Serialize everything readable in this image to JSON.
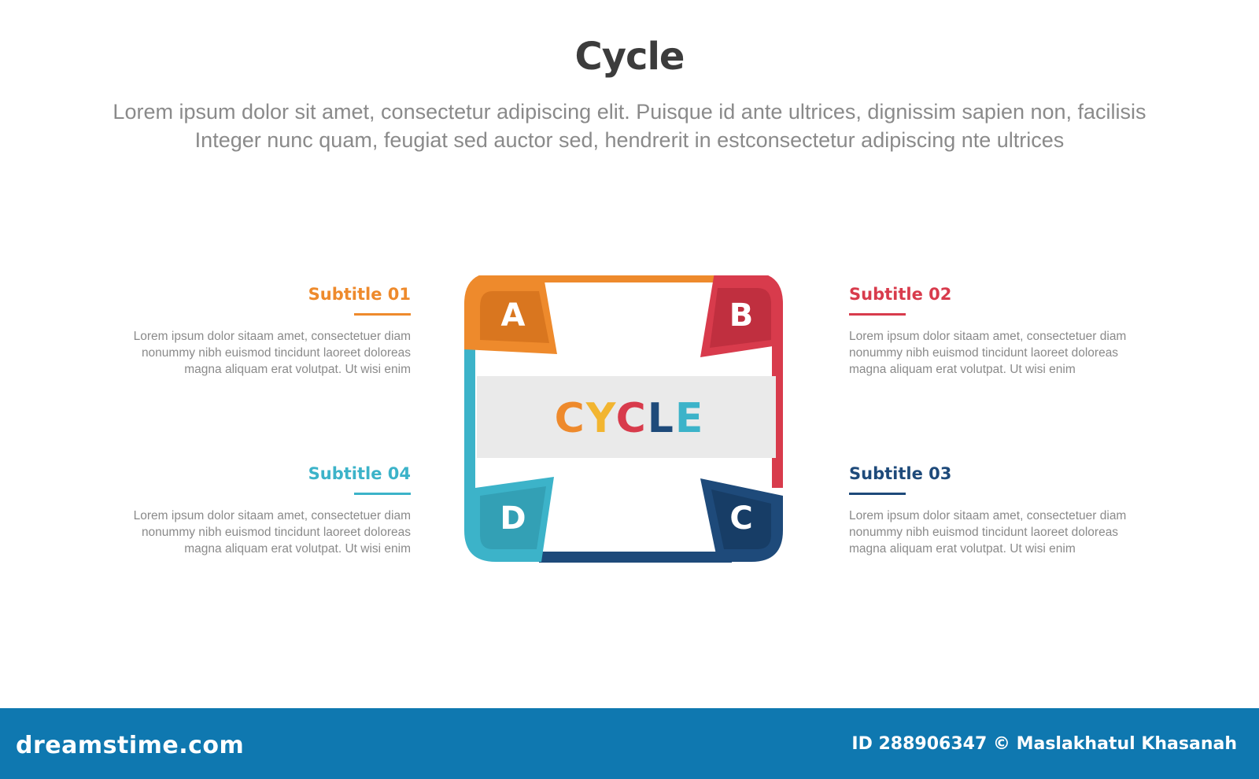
{
  "header": {
    "title": "Cycle",
    "description_line1": "Lorem ipsum dolor sit amet, consectetur adipiscing elit. Puisque id ante ultrices, dignissim sapien non, facilisis",
    "description_line2": "Integer nunc quam, feugiat sed auctor sed, hendrerit in estconsectetur adipiscing nte ultrices"
  },
  "diagram": {
    "center_letters": [
      "C",
      "Y",
      "C",
      "L",
      "E"
    ],
    "center_colors": [
      "#ee8a2c",
      "#f2b530",
      "#d83b4c",
      "#1e4a7a",
      "#3cb3c9"
    ],
    "steps": [
      {
        "letter": "A",
        "color": "#ee8a2c"
      },
      {
        "letter": "B",
        "color": "#d83b4c"
      },
      {
        "letter": "C",
        "color": "#1e4a7a"
      },
      {
        "letter": "D",
        "color": "#3cb3c9"
      }
    ]
  },
  "subtitles": [
    {
      "title": "Subtitle 01",
      "color": "#ee8a2c",
      "text": "Lorem ipsum dolor sitaam amet, consectetuer diam\nnonummy  nibh euismod tincidunt laoreet doloreas\nmagna aliquam erat volutpat. Ut wisi enim"
    },
    {
      "title": "Subtitle 02",
      "color": "#d83b4c",
      "text": "Lorem ipsum dolor sitaam amet, consectetuer diam\nnonummy  nibh euismod tincidunt laoreet doloreas\nmagna aliquam erat volutpat. Ut wisi enim"
    },
    {
      "title": "Subtitle 03",
      "color": "#1e4a7a",
      "text": "Lorem ipsum dolor sitaam amet, consectetuer diam\nnonummy  nibh euismod tincidunt laoreet doloreas\nmagna aliquam erat volutpat. Ut wisi enim"
    },
    {
      "title": "Subtitle 04",
      "color": "#3cb3c9",
      "text": "Lorem ipsum dolor sitaam amet, consectetuer diam\nnonummy  nibh euismod tincidunt laoreet doloreas\nmagna aliquam erat volutpat. Ut wisi enim"
    }
  ],
  "footer": {
    "logo": "dreamstime.com",
    "credit": "ID 288906347 © Maslakhatul Khasanah",
    "bar_color": "#0f78b0"
  }
}
